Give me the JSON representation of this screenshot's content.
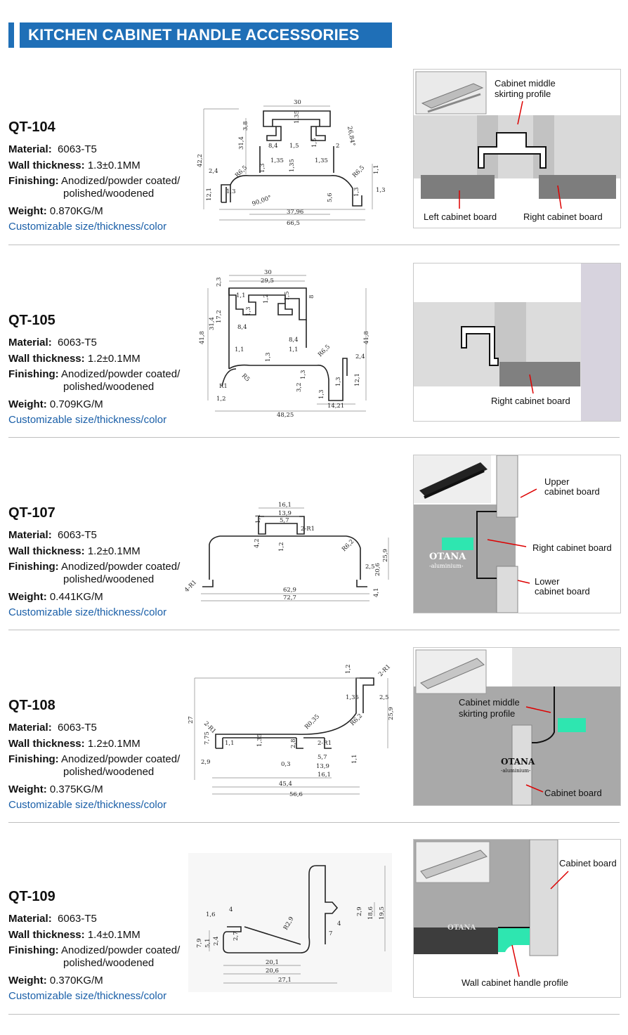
{
  "header": {
    "title": "KITCHEN CABINET HANDLE ACCESSORIES"
  },
  "products": [
    {
      "code": "QT-104",
      "material_label": "Material:",
      "material": "6063-T5",
      "wall_label": "Wall thickness:",
      "wall": "1.3±0.1MM",
      "finishing_label": "Finishing:",
      "finishing_1": "Anodized/powder coated/",
      "finishing_2": "polished/woodened",
      "weight_label": "Weight:",
      "weight": "0.870KG/M",
      "custom": "Customizable size/thickness/color",
      "dims": [
        "30",
        "3,8",
        "1,35",
        "26,84°",
        "31,4",
        "8,4",
        "1,5",
        "1,5",
        "2",
        "42,2",
        "1,35",
        "1,35",
        "1,35",
        "1,3",
        "2,4",
        "R6,5",
        "R6,5",
        "1,1",
        "12,1",
        "1,3",
        "90,00°",
        "5,6",
        "1,3",
        "1,3",
        "37,96",
        "66,5"
      ],
      "photo_labels": [
        "Cabinet middle",
        "skirting profile",
        "Left cabinet board",
        "Right cabinet board"
      ]
    },
    {
      "code": "QT-105",
      "material_label": "Material:",
      "material": "6063-T5",
      "wall_label": "Wall thickness:",
      "wall": "1.2±0.1MM",
      "finishing_label": "Finishing:",
      "finishing_1": "Anodized/powder coated/",
      "finishing_2": "polished/woodened",
      "weight_label": "Weight:",
      "weight": "0.709KG/M",
      "custom": "Customizable size/thickness/color",
      "dims": [
        "30",
        "29,5",
        "2,3",
        "1,1",
        "1,2",
        "1,5",
        "8",
        "17,2",
        "31,4",
        "1,3",
        "8,4",
        "41,8",
        "8,4",
        "41,8",
        "1,1",
        "1,1",
        "R6,5",
        "2,4",
        "1,3",
        "12,1",
        "R5",
        "1,3",
        "R1",
        "3,2",
        "1,3",
        "1,3",
        "1,2",
        "48,25",
        "14,21"
      ],
      "photo_labels": [
        "Right cabinet board"
      ]
    },
    {
      "code": "QT-107",
      "material_label": "Material:",
      "material": "6063-T5",
      "wall_label": "Wall thickness:",
      "wall": "1.2±0.1MM",
      "finishing_label": "Finishing:",
      "finishing_1": "Anodized/powder coated/",
      "finishing_2": "polished/woodened",
      "weight_label": "Weight:",
      "weight": "0.441KG/M",
      "custom": "Customizable size/thickness/color",
      "dims": [
        "16,1",
        "13,9",
        "5,7",
        "2-R1",
        "1,1",
        "4,2",
        "1,2",
        "R6,2",
        "25,9",
        "2,5",
        "20,6",
        "4-R1",
        "62,9",
        "72,7",
        "4,1"
      ],
      "photo_labels": [
        "Upper",
        "cabinet board",
        "Right cabinet board",
        "Lower",
        "cabinet board",
        "OTANA",
        "-aluminium-"
      ]
    },
    {
      "code": "QT-108",
      "material_label": "Material:",
      "material": "6063-T5",
      "wall_label": "Wall thickness:",
      "wall": "1.2±0.1MM",
      "finishing_label": "Finishing:",
      "finishing_1": "Anodized/powder coated/",
      "finishing_2": "polished/woodened",
      "weight_label": "Weight:",
      "weight": "0.375KG/M",
      "custom": "Customizable size/thickness/color",
      "dims": [
        "1,2",
        "2-R1",
        "1,35",
        "2,5",
        "27",
        "2-R1",
        "R0,35",
        "R6,2",
        "25,9",
        "7,75",
        "1,1",
        "1,35",
        "2,8",
        "2-R1",
        "1,1",
        "2,9",
        "0,3",
        "5,7",
        "13,9",
        "16,1",
        "45,4",
        "56,6"
      ],
      "photo_labels": [
        "Cabinet middle",
        "skirting profile",
        "OTANA",
        "-aluminium-",
        "Cabinet board"
      ]
    },
    {
      "code": "QT-109",
      "material_label": "Material:",
      "material": "6063-T5",
      "wall_label": "Wall thickness:",
      "wall": "1.4±0.1MM",
      "finishing_label": "Finishing:",
      "finishing_1": "Anodized/powder coated/",
      "finishing_2": "polished/woodened",
      "weight_label": "Weight:",
      "weight": "0.370KG/M",
      "custom": "Customizable size/thickness/color",
      "dims": [
        "1,6",
        "4",
        "2,9",
        "18,6",
        "19,5",
        "4",
        "7",
        "7,9",
        "5,1",
        "2,4",
        "2,7",
        "R2,9",
        "20,1",
        "20,6",
        "27,1"
      ],
      "photo_labels": [
        "Cabinet board",
        "OTANA",
        "Wall cabinet handle profile"
      ]
    }
  ]
}
